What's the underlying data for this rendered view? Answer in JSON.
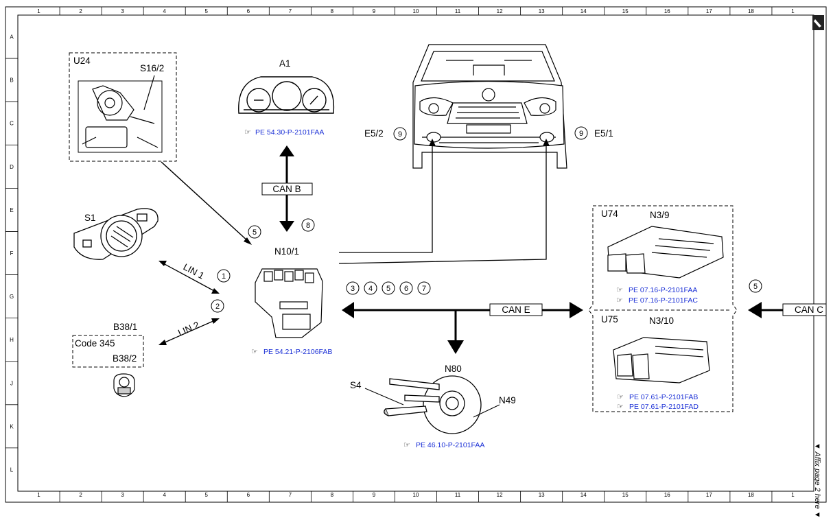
{
  "grid": {
    "columns": [
      "1",
      "2",
      "3",
      "4",
      "5",
      "6",
      "7",
      "8",
      "9",
      "10",
      "11",
      "12",
      "13",
      "14",
      "15",
      "16",
      "17",
      "18",
      "1"
    ],
    "rows": [
      "A",
      "B",
      "C",
      "D",
      "E",
      "F",
      "G",
      "H",
      "J",
      "K",
      "L"
    ]
  },
  "components": {
    "u24": "U24",
    "s16_2": "S16/2",
    "a1": "A1",
    "s1": "S1",
    "n10_1": "N10/1",
    "b38_1": "B38/1",
    "code345": "Code 345",
    "b38_2": "B38/2",
    "e5_2": "E5/2",
    "e5_1": "E5/1",
    "u74": "U74",
    "n3_9": "N3/9",
    "u75": "U75",
    "n3_10": "N3/10",
    "n80": "N80",
    "s4": "S4",
    "n49": "N49"
  },
  "buses": {
    "can_b": "CAN B",
    "can_e": "CAN E",
    "can_c": "CAN C",
    "lin_1": "LIN 1",
    "lin_2": "LIN 2"
  },
  "refs": {
    "a1": "PE 54.30-P-2101FAA",
    "n10_1": "PE 54.21-P-2106FAB",
    "n80": "PE 46.10-P-2101FAA",
    "n3_9_a": "PE 07.16-P-2101FAA",
    "n3_9_b": "PE 07.16-P-2101FAC",
    "n3_10_a": "PE 07.61-P-2101FAB",
    "n3_10_b": "PE 07.61-P-2101FAD"
  },
  "callouts": {
    "c1": "1",
    "c2": "2",
    "c3": "3",
    "c4": "4",
    "c5": "5",
    "c6": "6",
    "c7": "7",
    "c8": "8",
    "c9": "9"
  },
  "side_note": "▼ Affix page 2 here ▼"
}
